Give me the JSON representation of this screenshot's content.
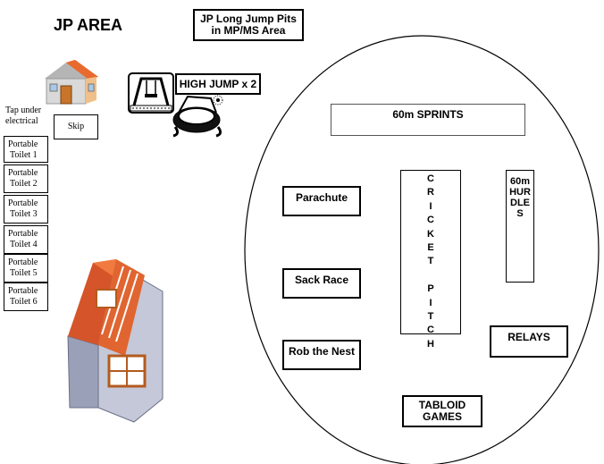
{
  "area_title": "JP AREA",
  "long_jump": "JP Long Jump Pits\nin MP/MS Area",
  "high_jump": "HIGH JUMP x 2",
  "tap": "Tap under\nelectrical",
  "skip": "Skip",
  "toilets": [
    {
      "line1": "Portable",
      "line2": "Toilet 1"
    },
    {
      "line1": "Portable",
      "line2": "Toilet 2"
    },
    {
      "line1": "Portable",
      "line2": "Toilet 3"
    },
    {
      "line1": "Portable",
      "line2": "Toilet 4"
    },
    {
      "line1": "Portable",
      "line2": "Toilet 5"
    },
    {
      "line1": "Portable",
      "line2": "Toilet 6"
    }
  ],
  "oval": {
    "sprints": "60m SPRINTS",
    "parachute": "Parachute",
    "sack_race": "Sack Race",
    "rob_the_nest": "Rob the Nest",
    "cricket_pitch": "C\nR\nI\nC\nK\nE\nT\n\nP\nI\nT\nC\nH",
    "hurdles": "60m\nHUR\nDLE\nS",
    "relays": "RELAYS",
    "tabloid_games": "TABLOID\nGAMES"
  }
}
